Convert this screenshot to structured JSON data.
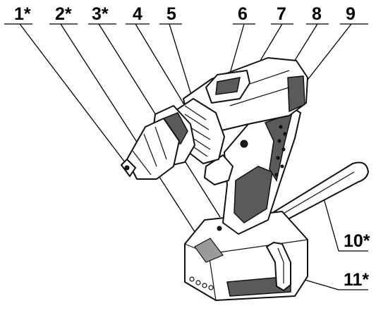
{
  "callouts": [
    {
      "id": "c1",
      "label": "1*"
    },
    {
      "id": "c2",
      "label": "2*"
    },
    {
      "id": "c3",
      "label": "3*"
    },
    {
      "id": "c4",
      "label": "4"
    },
    {
      "id": "c5",
      "label": "5"
    },
    {
      "id": "c6",
      "label": "6"
    },
    {
      "id": "c7",
      "label": "7"
    },
    {
      "id": "c8",
      "label": "8"
    },
    {
      "id": "c9",
      "label": "9"
    },
    {
      "id": "c10",
      "label": "10*"
    },
    {
      "id": "c11",
      "label": "11*"
    }
  ]
}
